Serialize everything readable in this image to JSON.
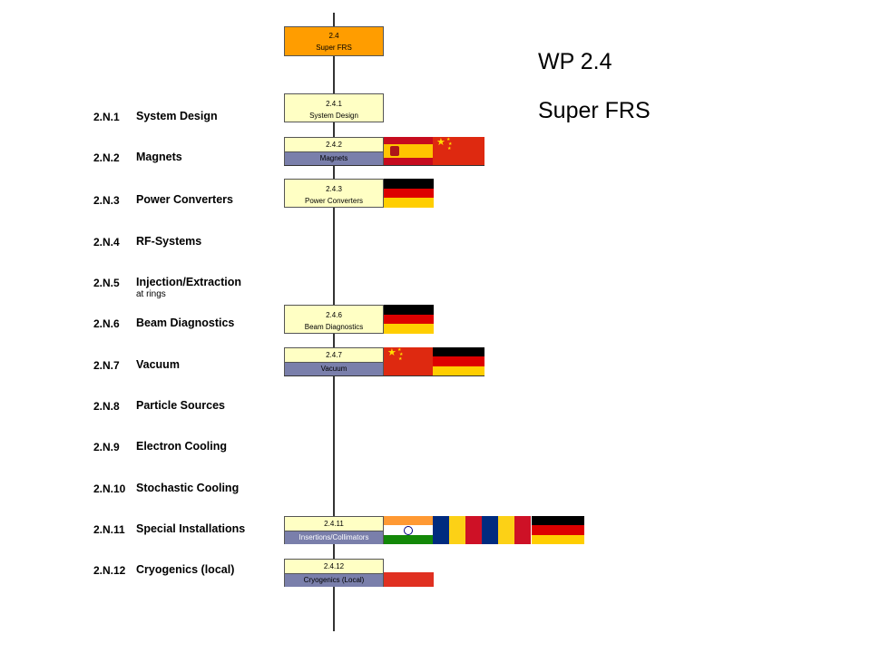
{
  "header": {
    "wp": "WP 2.4",
    "name": "Super FRS"
  },
  "root_box": {
    "number": "2.4",
    "label": "Super FRS",
    "color": "#ff9d00"
  },
  "rows": [
    {
      "code": "2.N.1",
      "name": "System Design"
    },
    {
      "code": "2.N.2",
      "name": "Magnets"
    },
    {
      "code": "2.N.3",
      "name": "Power Converters"
    },
    {
      "code": "2.N.4",
      "name": "RF-Systems"
    },
    {
      "code": "2.N.5",
      "name": "Injection/Extraction",
      "sub": "at rings"
    },
    {
      "code": "2.N.6",
      "name": "Beam Diagnostics"
    },
    {
      "code": "2.N.7",
      "name": "Vacuum"
    },
    {
      "code": "2.N.8",
      "name": "Particle Sources"
    },
    {
      "code": "2.N.9",
      "name": "Electron Cooling"
    },
    {
      "code": "2.N.10",
      "name": "Stochastic Cooling"
    },
    {
      "code": "2.N.11",
      "name": "Special Installations"
    },
    {
      "code": "2.N.12",
      "name": "Cryogenics (local)"
    }
  ],
  "boxes": [
    {
      "number": "2.4.1",
      "label": "System Design",
      "flags": []
    },
    {
      "number": "2.4.2",
      "label": "Magnets",
      "flags": [
        "spain",
        "china"
      ]
    },
    {
      "number": "2.4.3",
      "label": "Power Converters",
      "flags": [
        "germany"
      ]
    },
    {
      "number": "2.4.6",
      "label": "Beam Diagnostics",
      "flags": [
        "germany"
      ]
    },
    {
      "number": "2.4.7",
      "label": "Vacuum",
      "flags": [
        "china",
        "germany"
      ]
    },
    {
      "number": "2.4.11",
      "label": "Insertions/Collimators",
      "flags": [
        "india",
        "romania",
        "romania",
        "germany"
      ]
    },
    {
      "number": "2.4.12",
      "label": "Cryogenics (Local)",
      "flags": [
        "red-partial"
      ]
    }
  ]
}
